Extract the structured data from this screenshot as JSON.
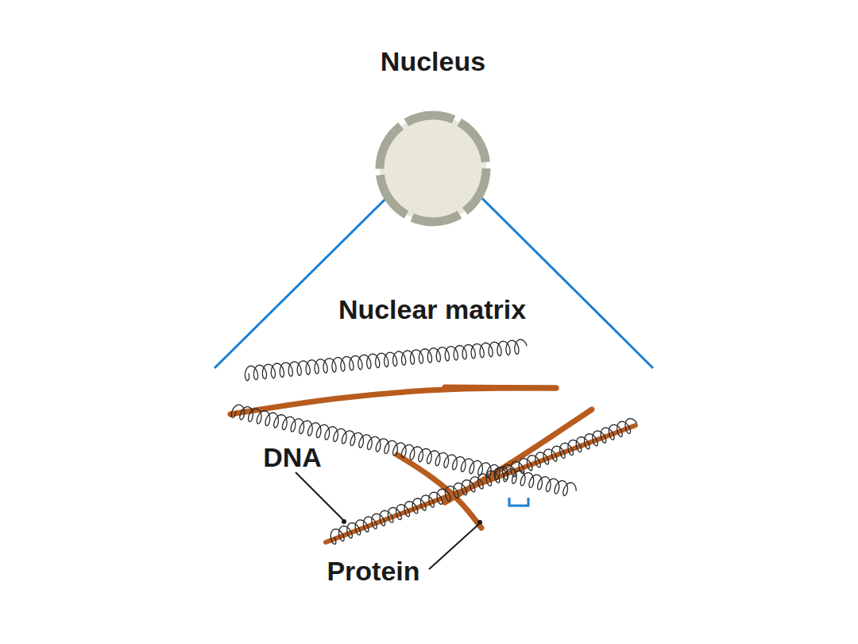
{
  "diagram": {
    "nodes": [
      {
        "text": [
          "Nucleus"
        ]
      }
    ],
    "labels": [
      "Nuclear matrix",
      "DNA",
      "Protein"
    ]
  }
}
